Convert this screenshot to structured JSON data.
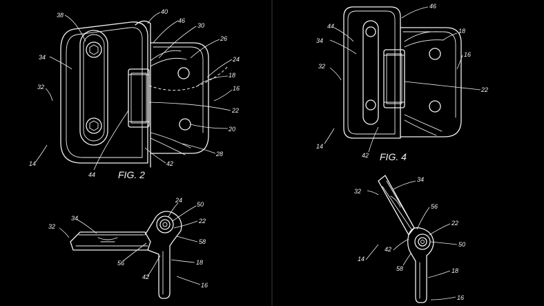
{
  "figures": {
    "fig2": {
      "caption": "FIG. 2",
      "refs": {
        "r38": "38",
        "r40": "40",
        "r46": "46",
        "r30": "30",
        "r26": "26",
        "r24": "24",
        "r34": "34",
        "r18": "18",
        "r16": "16",
        "r32": "32",
        "r22": "22",
        "r20": "20",
        "r28": "28",
        "r14": "14",
        "r44": "44",
        "r42": "42"
      }
    },
    "fig4": {
      "caption": "FIG. 4",
      "refs": {
        "r46": "46",
        "r44": "44",
        "r18": "18",
        "r34": "34",
        "r16": "16",
        "r32": "32",
        "r22": "22",
        "r14": "14",
        "r42": "42"
      }
    },
    "fig_bl": {
      "refs": {
        "r24": "24",
        "r50": "50",
        "r22": "22",
        "r34": "34",
        "r32": "32",
        "r58": "58",
        "r56": "56",
        "r18": "18",
        "r42": "42",
        "r16": "16"
      }
    },
    "fig_br": {
      "refs": {
        "r34": "34",
        "r32": "32",
        "r56": "56",
        "r22": "22",
        "r42": "42",
        "r50": "50",
        "r14": "14",
        "r58": "58",
        "r18": "18",
        "r16": "16"
      }
    }
  },
  "colors": {
    "background": "#000000",
    "line": "#f2f2f2"
  }
}
